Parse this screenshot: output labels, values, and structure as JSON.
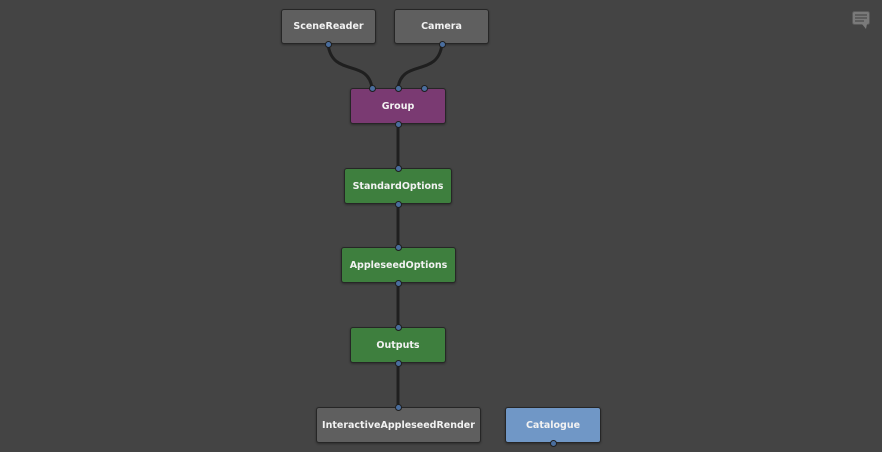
{
  "graph": {
    "nodes": {
      "scene_reader": "SceneReader",
      "camera": "Camera",
      "group": "Group",
      "standard_options": "StandardOptions",
      "appleseed_options": "AppleseedOptions",
      "outputs": "Outputs",
      "interactive_render": "InteractiveAppleseedRender",
      "catalogue": "Catalogue"
    },
    "colors": {
      "background": "#444444",
      "gray_node": "#5f5f5f",
      "group_node": "#7a3a72",
      "options_node": "#3e7f3e",
      "catalogue_node": "#7097c6",
      "plug": "#4a6e9e",
      "wire": "#1f1f1f"
    }
  },
  "toolbar": {
    "notes_icon": "speech-bubble-icon"
  }
}
